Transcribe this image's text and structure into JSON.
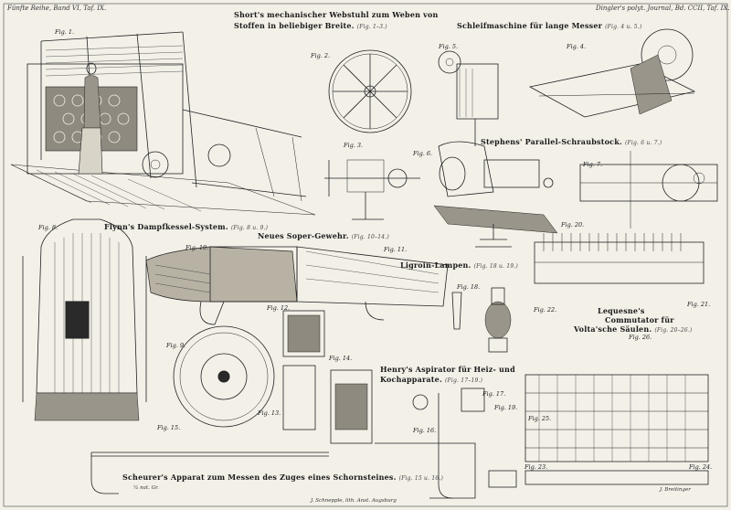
{
  "header": {
    "left": "Fünfte Reihe, Band VI, Taf. IX.",
    "right": "Dingler's polyt. Journal, Bd. CCII, Taf. IX."
  },
  "titles": {
    "short_line1": "Short's mechanischer Webstuhl zum Weben von",
    "short_line2": "Stoffen in beliebiger Breite.",
    "short_ref": "(Fig. 1–3.)",
    "schleif": "Schleifmaschine für lange Messer",
    "schleif_ref": "(Fig. 4 u. 5.)",
    "stephens": "Stephens' Parallel-Schraubstock.",
    "stephens_ref": "(Fig. 6 u. 7.)",
    "flynn": "Flynn's Dampfkessel-System.",
    "flynn_ref": "(Fig. 8 u. 9.)",
    "soper": "Neues Soper-Gewehr.",
    "soper_ref": "(Fig. 10–14.)",
    "ligroin": "Ligroin-Lampen.",
    "ligroin_ref": "(Fig. 18 u. 19.)",
    "lequesne1": "Lequesne's",
    "lequesne2": "Commutator für",
    "lequesne3": "Volta'sche Säulen.",
    "lequesne_ref": "(Fig. 20–26.)",
    "henry1": "Henry's Aspirator für Heiz- und",
    "henry2": "Kochapparate.",
    "henry_ref": "(Fig. 17–19.)",
    "scheurer": "Scheurer's Apparat zum Messen des Zuges eines Schornsteines.",
    "scheurer_ref": "(Fig. 15 u. 16.)",
    "scale": "¼ nat. Gr."
  },
  "figures": {
    "f1": "Fig. 1.",
    "f2": "Fig. 2.",
    "f3": "Fig. 3.",
    "f4": "Fig. 4.",
    "f5": "Fig. 5.",
    "f6": "Fig. 6.",
    "f7": "Fig. 7.",
    "f8": "Fig. 8.",
    "f9": "Fig. 9.",
    "f10": "Fig. 10.",
    "f11": "Fig. 11.",
    "f12": "Fig. 12.",
    "f13": "Fig. 13.",
    "f14": "Fig. 14.",
    "f15": "Fig. 15.",
    "f16": "Fig. 16.",
    "f17": "Fig. 17.",
    "f18": "Fig. 18.",
    "f19": "Fig. 19.",
    "f20": "Fig. 20.",
    "f21": "Fig. 21.",
    "f22": "Fig. 22.",
    "f23": "Fig. 23.",
    "f24": "Fig. 24.",
    "f25": "Fig. 25.",
    "f26": "Fig. 26."
  },
  "footer": {
    "printer": "J. Schnepple, lith. Anst. Augsburg",
    "engraver": "J. Breitinger"
  }
}
